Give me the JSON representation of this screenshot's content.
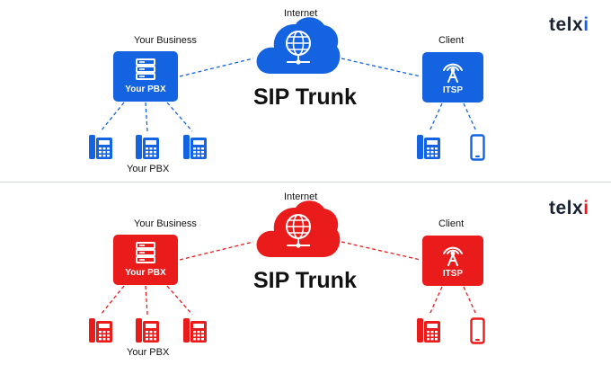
{
  "panels": [
    {
      "theme": "blue",
      "accent": "#1463e0",
      "internet_label": "Internet",
      "brand_text": "telxi",
      "business_label": "Your Business",
      "pbx_box_label": "Your PBX",
      "trunk_label": "SIP Trunk",
      "client_label": "Client",
      "itsp_box_label": "ITSP",
      "pbx_phones_label": "Your PBX",
      "icons": [
        "globe-icon",
        "server-icon",
        "antenna-icon",
        "desk-phone-icon",
        "mobile-phone-icon"
      ]
    },
    {
      "theme": "red",
      "accent": "#ea1b1b",
      "internet_label": "Internet",
      "brand_text": "telxi",
      "business_label": "Your Business",
      "pbx_box_label": "Your PBX",
      "trunk_label": "SIP Trunk",
      "client_label": "Client",
      "itsp_box_label": "ITSP",
      "pbx_phones_label": "Your PBX",
      "icons": [
        "globe-icon",
        "server-icon",
        "antenna-icon",
        "desk-phone-icon",
        "mobile-phone-icon"
      ]
    }
  ]
}
